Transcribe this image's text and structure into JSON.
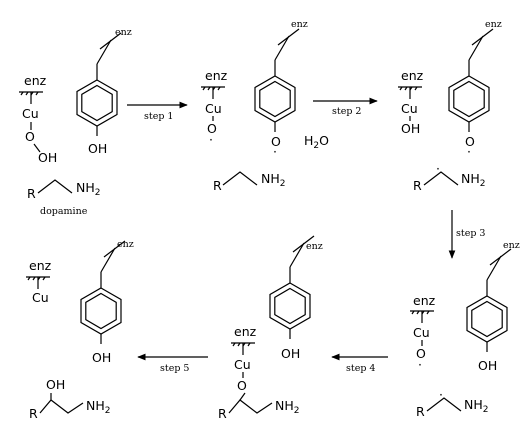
{
  "labels": {
    "enz": "enz",
    "cu": "Cu",
    "o": "O",
    "oh": "OH",
    "r": "R",
    "nh2": "NH",
    "sub2": "2",
    "h2o_h": "H",
    "h2o_o": "O",
    "radical_dot": "·"
  },
  "names": {
    "dopamine": "dopamine"
  },
  "steps": {
    "step1": "step 1",
    "step2": "step 2",
    "step3": "step 3",
    "step4": "step 4",
    "step5": "step 5"
  }
}
